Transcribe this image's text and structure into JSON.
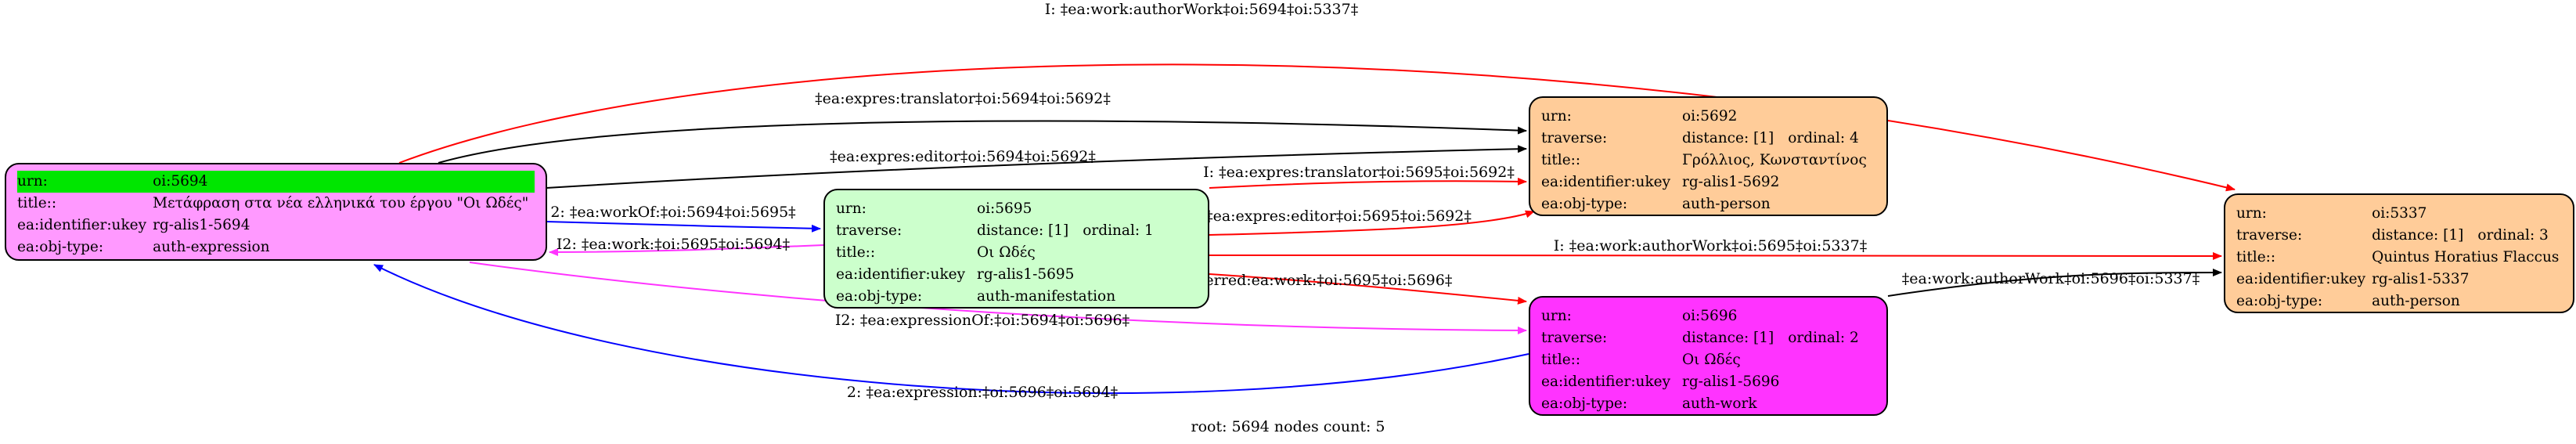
{
  "colors": {
    "auth_expression": "#ff99ff",
    "auth_manifestation": "#ccffcc",
    "auth_person": "#ffcc99",
    "auth_work": "#ff33ff",
    "root_highlight": "#00e600",
    "edge_black": "#000000",
    "edge_red": "#ff0000",
    "edge_magenta": "#ff33ff",
    "edge_blue": "#0000ff"
  },
  "nodes": {
    "n5694": {
      "rows": [
        {
          "k": "urn:",
          "v": "oi:5694"
        },
        {
          "k": "title::",
          "v": "Μετάφραση στα νέα ελληνικά του έργου \"Οι Ωδές\""
        },
        {
          "k": "ea:identifier:ukey",
          "v": "rg-alis1-5694"
        },
        {
          "k": "ea:obj-type:",
          "v": "auth-expression"
        }
      ]
    },
    "n5695": {
      "rows": [
        {
          "k": "urn:",
          "v": "oi:5695"
        },
        {
          "k": "traverse:",
          "v": "distance: [1]",
          "v2": "ordinal: 1"
        },
        {
          "k": "title::",
          "v": "Οι Ωδές"
        },
        {
          "k": "ea:identifier:ukey",
          "v": "rg-alis1-5695"
        },
        {
          "k": "ea:obj-type:",
          "v": "auth-manifestation"
        }
      ]
    },
    "n5692": {
      "rows": [
        {
          "k": "urn:",
          "v": "oi:5692"
        },
        {
          "k": "traverse:",
          "v": "distance: [1]",
          "v2": "ordinal: 4"
        },
        {
          "k": "title::",
          "v": "Γρόλλιος, Κωνσταντίνος"
        },
        {
          "k": "ea:identifier:ukey",
          "v": "rg-alis1-5692"
        },
        {
          "k": "ea:obj-type:",
          "v": "auth-person"
        }
      ]
    },
    "n5696": {
      "rows": [
        {
          "k": "urn:",
          "v": "oi:5696"
        },
        {
          "k": "traverse:",
          "v": "distance: [1]",
          "v2": "ordinal: 2"
        },
        {
          "k": "title::",
          "v": "Οι Ωδές"
        },
        {
          "k": "ea:identifier:ukey",
          "v": "rg-alis1-5696"
        },
        {
          "k": "ea:obj-type:",
          "v": "auth-work"
        }
      ]
    },
    "n5337": {
      "rows": [
        {
          "k": "urn:",
          "v": "oi:5337"
        },
        {
          "k": "traverse:",
          "v": "distance: [1]",
          "v2": "ordinal: 3"
        },
        {
          "k": "title::",
          "v": "Quintus Horatius Flaccus"
        },
        {
          "k": "ea:identifier:ukey",
          "v": "rg-alis1-5337"
        },
        {
          "k": "ea:obj-type:",
          "v": "auth-person"
        }
      ]
    }
  },
  "edges": [
    {
      "id": "e1",
      "label": "I: ‡ea:work:authorWork‡oi:5694‡oi:5337‡",
      "color": "red"
    },
    {
      "id": "e2",
      "label": "‡ea:expres:translator‡oi:5694‡oi:5692‡",
      "color": "black"
    },
    {
      "id": "e3",
      "label": "‡ea:expres:editor‡oi:5694‡oi:5692‡",
      "color": "black"
    },
    {
      "id": "e4",
      "label": "2: ‡ea:workOf:‡oi:5694‡oi:5695‡",
      "color": "blue"
    },
    {
      "id": "e5",
      "label": "I2: ‡ea:work:‡oi:5695‡oi:5694‡",
      "color": "magenta"
    },
    {
      "id": "e6",
      "label": "I: ‡ea:expres:translator‡oi:5695‡oi:5692‡",
      "color": "red"
    },
    {
      "id": "e7",
      "label": "I: ‡ea:expres:editor‡oi:5695‡oi:5692‡",
      "color": "red"
    },
    {
      "id": "e8",
      "label": "I: ‡ea:work:authorWork‡oi:5695‡oi:5337‡",
      "color": "red"
    },
    {
      "id": "e9",
      "label": "I: ‡inferred:ea:work:‡oi:5695‡oi:5696‡",
      "color": "red"
    },
    {
      "id": "e10",
      "label": "‡ea:work:authorWork‡oi:5696‡oi:5337‡",
      "color": "black"
    },
    {
      "id": "e11",
      "label": "I2: ‡ea:expressionOf:‡oi:5694‡oi:5696‡",
      "color": "magenta"
    },
    {
      "id": "e12",
      "label": "2: ‡ea:expression:‡oi:5696‡oi:5694‡",
      "color": "blue"
    }
  ],
  "footer": "root: 5694 nodes count: 5"
}
